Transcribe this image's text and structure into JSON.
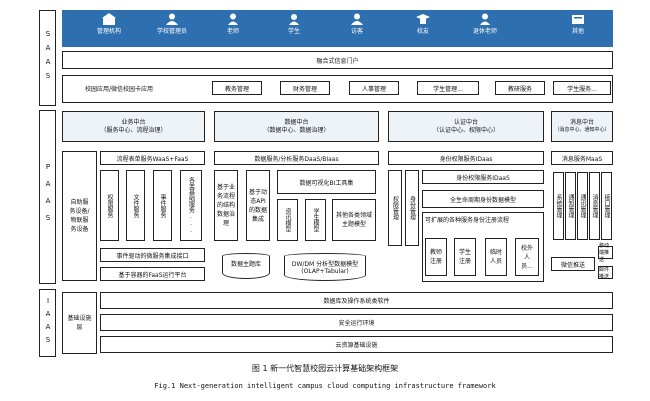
{
  "colors": {
    "user_bar": "#2e6fb0",
    "accent_fill": "#eef3f8"
  },
  "layers": {
    "saas": "SAAS",
    "paas": "PAAS",
    "iaas": "IAAS"
  },
  "users": [
    {
      "label": "管理机构",
      "icon": "building-icon"
    },
    {
      "label": "学校管理员",
      "icon": "admin-icon"
    },
    {
      "label": "老师",
      "icon": "teacher-icon"
    },
    {
      "label": "学生",
      "icon": "student-icon"
    },
    {
      "label": "访客",
      "icon": "visitor-icon"
    },
    {
      "label": "校友",
      "icon": "alumni-icon"
    },
    {
      "label": "退休老师",
      "icon": "retired-teacher-icon"
    },
    {
      "label": "其他",
      "icon": "other-icon"
    }
  ],
  "portal": "融合式信息门户",
  "apps_row": {
    "main": "校园应用/微信校园卡应用",
    "items": [
      "教务管理",
      "财务管理",
      "人事管理",
      "学生管理...",
      "教研服务",
      "学生服务..."
    ]
  },
  "centers": [
    {
      "title": "业务中台",
      "subtitle": "（服务中心、流程治理）"
    },
    {
      "title": "数据中台",
      "subtitle": "（数据中心、数据治理）"
    },
    {
      "title": "认证中台",
      "subtitle": "（认证中心、权限中心）"
    },
    {
      "title": "消息中台",
      "subtitle": "（消息中心、通知中心）"
    }
  ],
  "business": {
    "left": "自助服务设备/物联服务设备",
    "header": "流程表单服务WaaS+FaaS",
    "cols": [
      "权限服务",
      "文件服务",
      "事件服务",
      "各类基础服务..."
    ],
    "engine": "事件驱动的微服务集成接口",
    "platform": "基于容器的FaaS运行平台"
  },
  "data": {
    "header": "数据服务/分析服务DaaS/BIaas",
    "col1": "基于业务流程的结构数据治理",
    "col2": "基于动态API的数据集成",
    "viz": "数据可视化BI工具集",
    "sub": [
      "资讯模型",
      "学生模型",
      "其他各类领域主题模型"
    ],
    "warehouse": "数据主题库",
    "dw": [
      "DW/DM 分析型数据模型",
      "(OLAP+Tabular)"
    ]
  },
  "auth": {
    "header": "身份权限服务IDaas",
    "side1": "权限管理",
    "side2": "身份管理",
    "inner": "身份权限服务IDaaS",
    "lifecycle": "全生命周期身份数据模型",
    "flow": "可扩展的各种服务身份注册流程",
    "items": [
      "教师注册",
      "学生注册",
      "临时人员",
      "校外人员..."
    ]
  },
  "message": {
    "header": "消息服务MaaS",
    "cols": [
      "系统管理",
      "通知管理",
      "通讯管理",
      "消息管理",
      "接口管理"
    ],
    "right": [
      "移动端推送",
      "邮件推送"
    ],
    "bottom": "微信推送"
  },
  "iaas": {
    "left": "基础设施层",
    "rows": [
      "数据库及操作系统类软件",
      "安全运行环境",
      "云资源基础设施"
    ]
  },
  "caption": {
    "zh": "图 1 新一代智慧校园云计算基础架构框架",
    "en": "Fig.1  Next-generation  intelligent  campus  cloud  computing  infrastructure  framework"
  }
}
